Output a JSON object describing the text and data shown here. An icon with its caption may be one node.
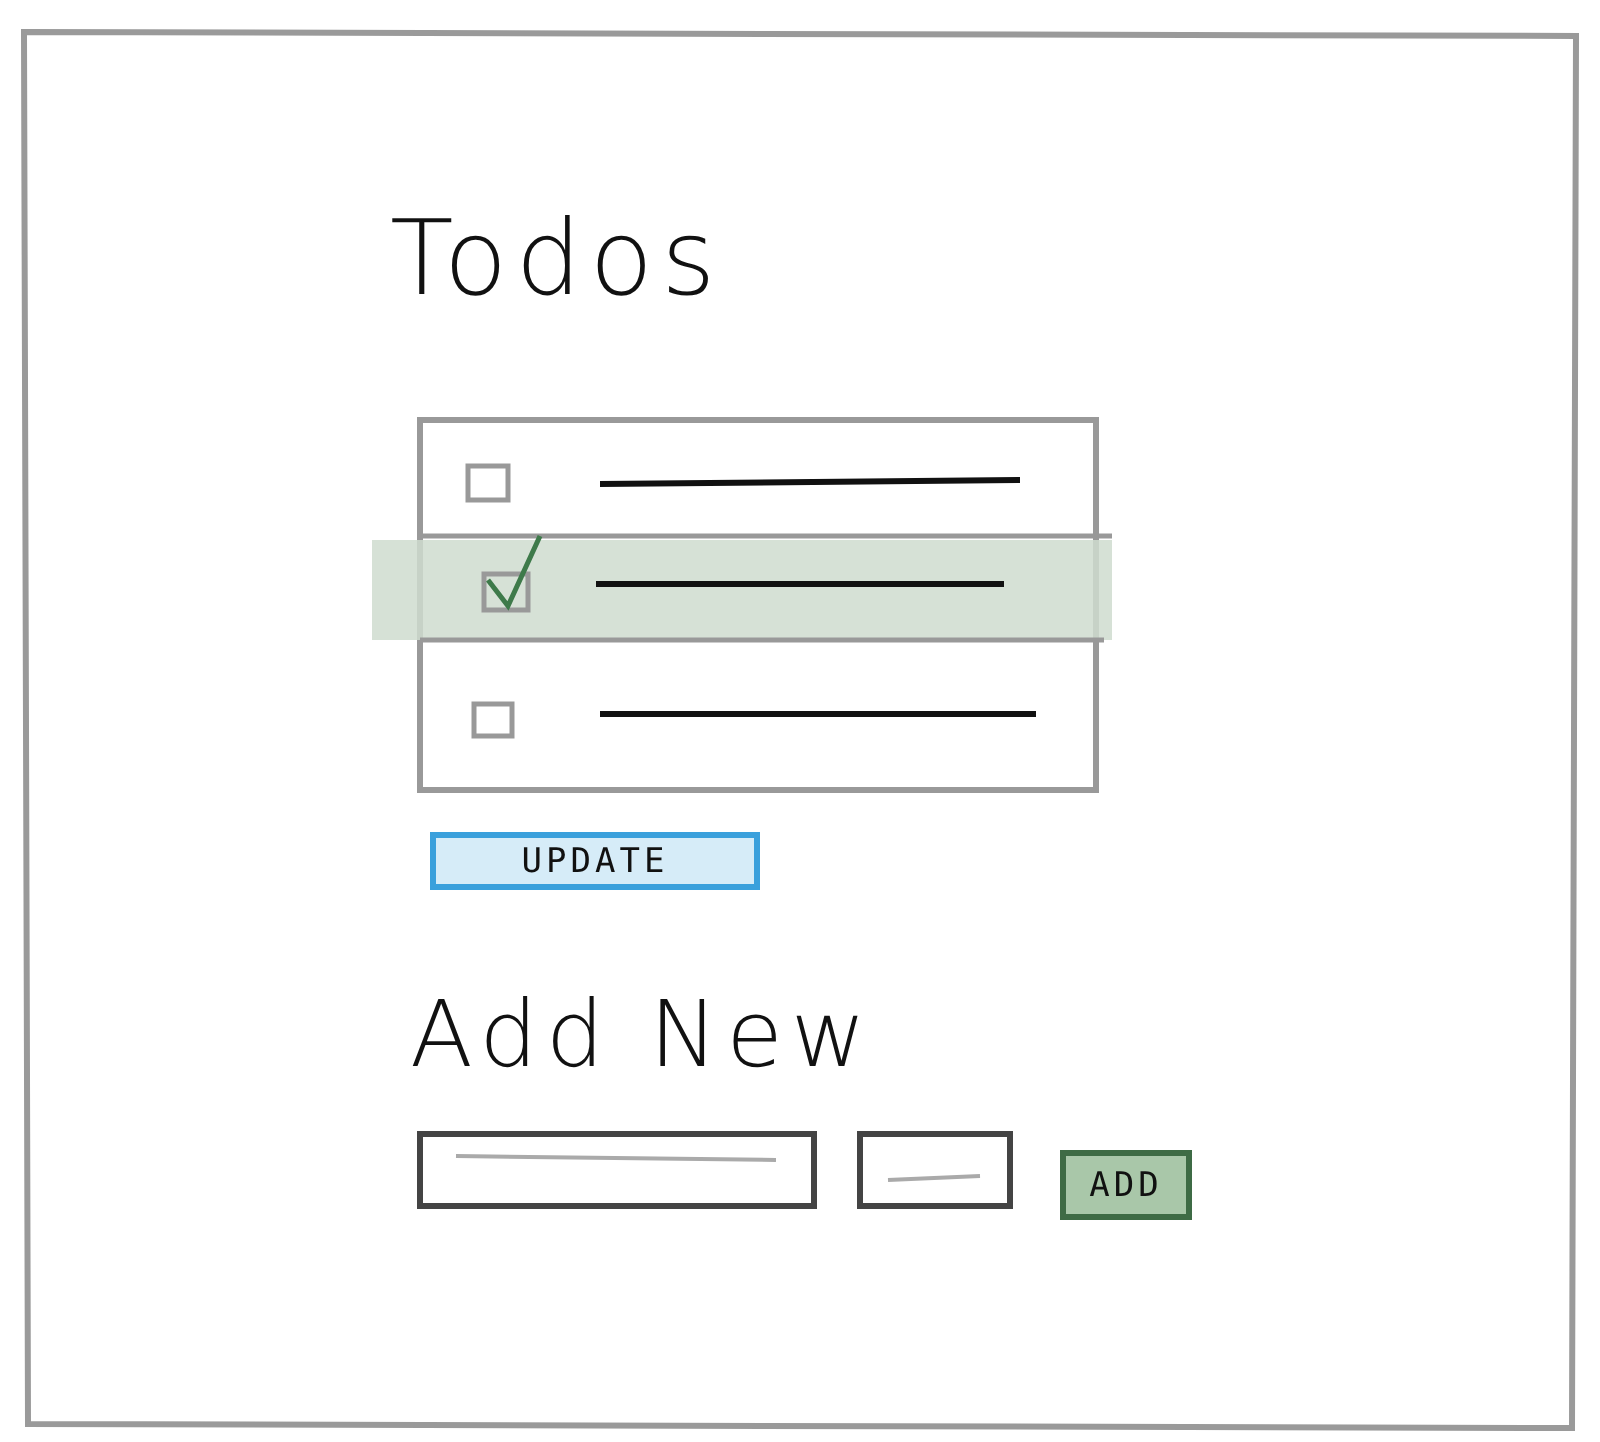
{
  "diagram": {
    "labels": [
      "Todos",
      "UPDATE",
      "Add New",
      "ADD"
    ]
  }
}
